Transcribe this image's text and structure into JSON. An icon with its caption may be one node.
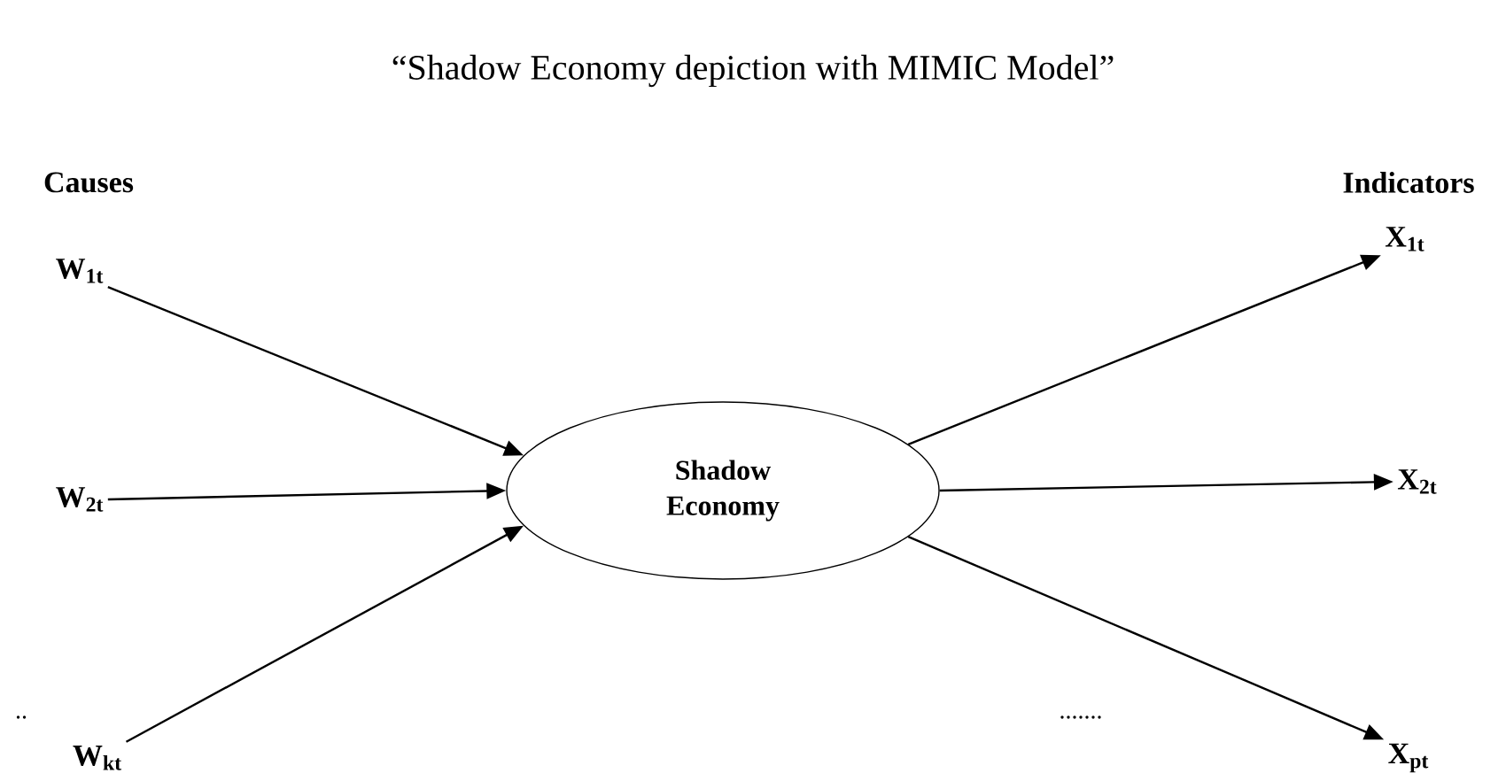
{
  "diagram": {
    "title": "“Shadow Economy depiction with MIMIC Model”",
    "nodes": [
      {
        "text": [
          "W$_{1t}$"
        ]
      },
      {
        "text": [
          "W$_{2t}$"
        ]
      },
      {
        "text": [
          "W$_{kt}$"
        ]
      },
      {
        "text": [
          "Shadow Economy"
        ]
      },
      {
        "text": [
          "X$_{1t}$"
        ]
      },
      {
        "text": [
          "X$_{2t}$"
        ]
      },
      {
        "text": [
          "X$_{pt}$"
        ]
      }
    ],
    "edges": [
      {
        "from": 0,
        "to": 3,
        "arrow": "to"
      },
      {
        "from": 1,
        "to": 3,
        "arrow": "to"
      },
      {
        "from": 2,
        "to": 3,
        "arrow": "to"
      },
      {
        "from": 3,
        "to": 4,
        "arrow": "to"
      },
      {
        "from": 3,
        "to": 5,
        "arrow": "to"
      },
      {
        "from": 3,
        "to": 6,
        "arrow": "to"
      }
    ],
    "labels": [
      "Causes",
      "Indicators",
      "..",
      "......."
    ]
  }
}
